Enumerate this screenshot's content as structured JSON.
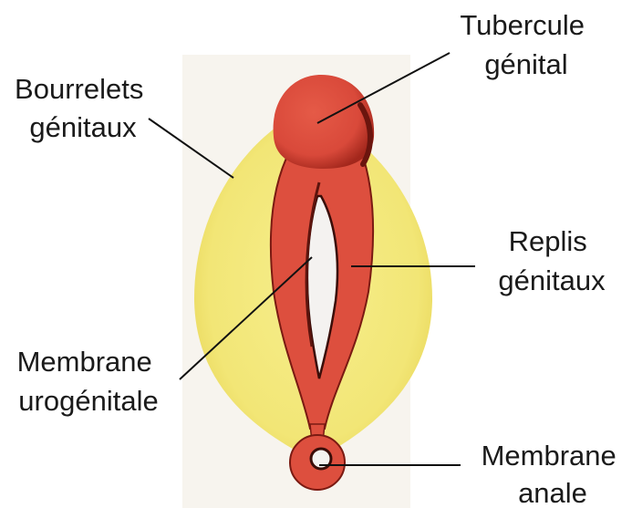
{
  "colors": {
    "background": "#ffffff",
    "paper": "#f7f4ee",
    "genital_swellings": "#f3e87a",
    "genital_swellings_edge": "#e8d95a",
    "tissue": "#dd4f3e",
    "tissue_dark": "#7a1a12",
    "membrane_slit": "#f4f2f0",
    "text": "#1a1a1a",
    "leader_line": "#111111"
  },
  "labels": {
    "tubercule": {
      "line1": "Tubercule",
      "line2": "génital"
    },
    "bourrelets": {
      "line1": "Bourrelets",
      "line2": "génitaux"
    },
    "replis": {
      "line1": "Replis",
      "line2": "génitaux"
    },
    "membrane_urogenitale": {
      "line1": "Membrane",
      "line2": "urogénitale"
    },
    "membrane_anale": {
      "line1": "Membrane",
      "line2": "anale"
    }
  }
}
